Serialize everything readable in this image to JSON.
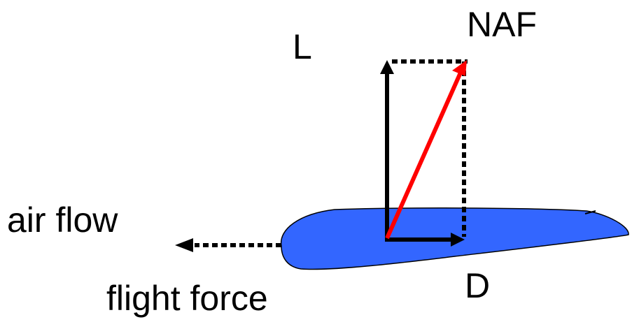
{
  "labels": {
    "naf": "NAF",
    "lift": "L",
    "air_flow": "air flow",
    "drag": "D",
    "flight_force": "flight force"
  },
  "colors": {
    "wing_fill": "#3366ff",
    "outline": "#000000",
    "naf_arrow": "#ff0000",
    "background": "#ffffff"
  },
  "icons": {
    "lift_arrow": "arrow-up-icon",
    "drag_arrow": "arrow-right-icon",
    "naf_arrow": "arrow-diagonal-icon",
    "air_flow_arrow": "dotted-arrow-left-icon"
  }
}
